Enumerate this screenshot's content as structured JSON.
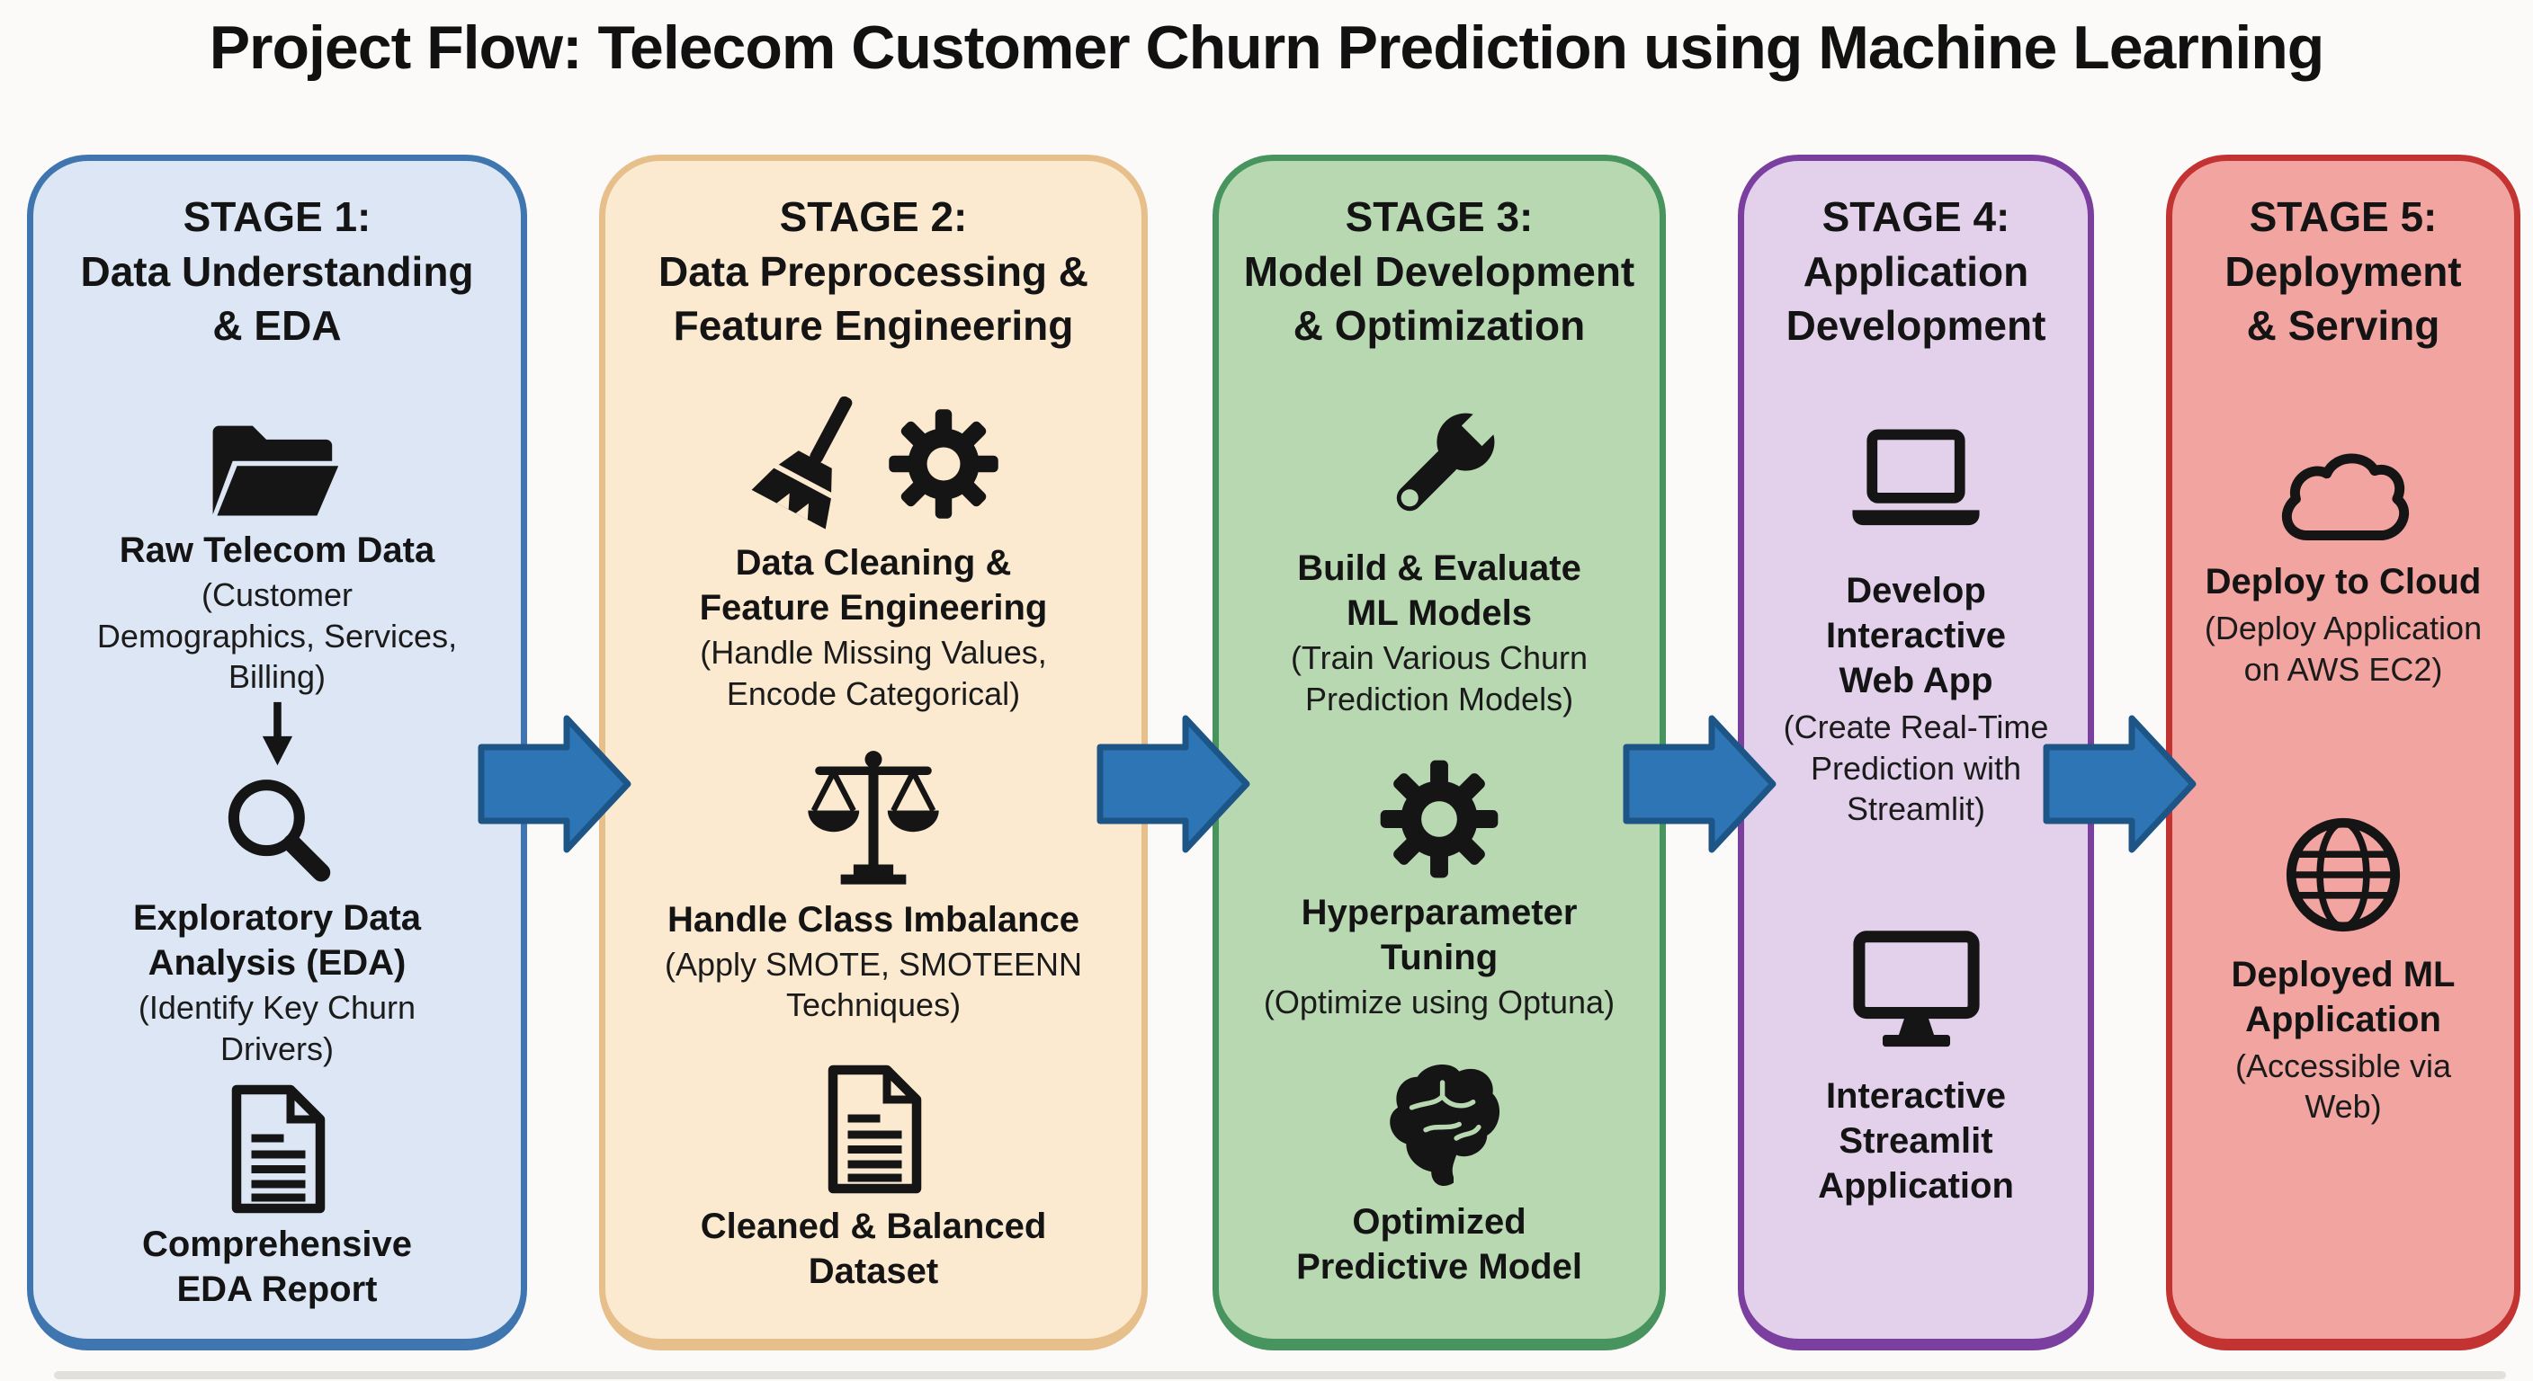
{
  "title": "Project Flow: Telecom Customer Churn Prediction using Machine Learning",
  "colors": {
    "background": "#fbfaf8",
    "title_text": "#111111",
    "icon": "#151515",
    "arrow_fill": "#2e75b6",
    "arrow_border": "#1d5586",
    "stage1": {
      "fill": "#dce6f4",
      "border": "#4076b0"
    },
    "stage2": {
      "fill": "#fcead0",
      "border": "#e6bf8b"
    },
    "stage3": {
      "fill": "#b7d8b1",
      "border": "#48945f"
    },
    "stage4": {
      "fill": "#e3d1ec",
      "border": "#7b3fa0"
    },
    "stage5": {
      "fill": "#f2a4a1",
      "border": "#c23331"
    }
  },
  "stages": [
    {
      "header": "STAGE 1:\nData Understanding\n& EDA",
      "items": [
        {
          "icon": "open-folder",
          "label": "Raw Telecom Data",
          "sublabel": "(Customer\nDemographics, Services,\nBilling)"
        },
        {
          "icon": "magnifying-glass",
          "label": "Exploratory Data\nAnalysis (EDA)",
          "sublabel": "(Identify Key Churn\nDrivers)"
        },
        {
          "icon": "document",
          "label": "Comprehensive\nEDA Report",
          "sublabel": ""
        }
      ]
    },
    {
      "header": "STAGE 2:\nData Preprocessing &\nFeature Engineering",
      "items": [
        {
          "icon": "broom-and-gear",
          "label": "Data Cleaning &\nFeature Engineering",
          "sublabel": "(Handle Missing Values,\nEncode Categorical)"
        },
        {
          "icon": "balance-scale",
          "label": "Handle Class Imbalance",
          "sublabel": "(Apply SMOTE, SMOTEENN\nTechniques)"
        },
        {
          "icon": "document",
          "label": "Cleaned & Balanced\nDataset",
          "sublabel": ""
        }
      ]
    },
    {
      "header": "STAGE 3:\nModel Development\n& Optimization",
      "items": [
        {
          "icon": "wrench",
          "label": "Build & Evaluate\nML Models",
          "sublabel": "(Train Various Churn\nPrediction Models)"
        },
        {
          "icon": "gear",
          "label": "Hyperparameter\nTuning",
          "sublabel": "(Optimize using Optuna)"
        },
        {
          "icon": "brain",
          "label": "Optimized\nPredictive Model",
          "sublabel": ""
        }
      ]
    },
    {
      "header": "STAGE 4:\nApplication\nDevelopment",
      "items": [
        {
          "icon": "laptop",
          "label": "Develop\nInteractive\nWeb App",
          "sublabel": "(Create Real-Time\nPrediction with\nStreamlit)"
        },
        {
          "icon": "desktop-monitor",
          "label": "Interactive\nStreamlit\nApplication",
          "sublabel": ""
        }
      ]
    },
    {
      "header": "STAGE 5:\nDeployment\n& Serving",
      "items": [
        {
          "icon": "cloud",
          "label": "Deploy to Cloud",
          "sublabel": "(Deploy Application\non AWS EC2)"
        },
        {
          "icon": "globe",
          "label": "Deployed ML\nApplication",
          "sublabel": "(Accessible via\nWeb)"
        }
      ]
    }
  ]
}
